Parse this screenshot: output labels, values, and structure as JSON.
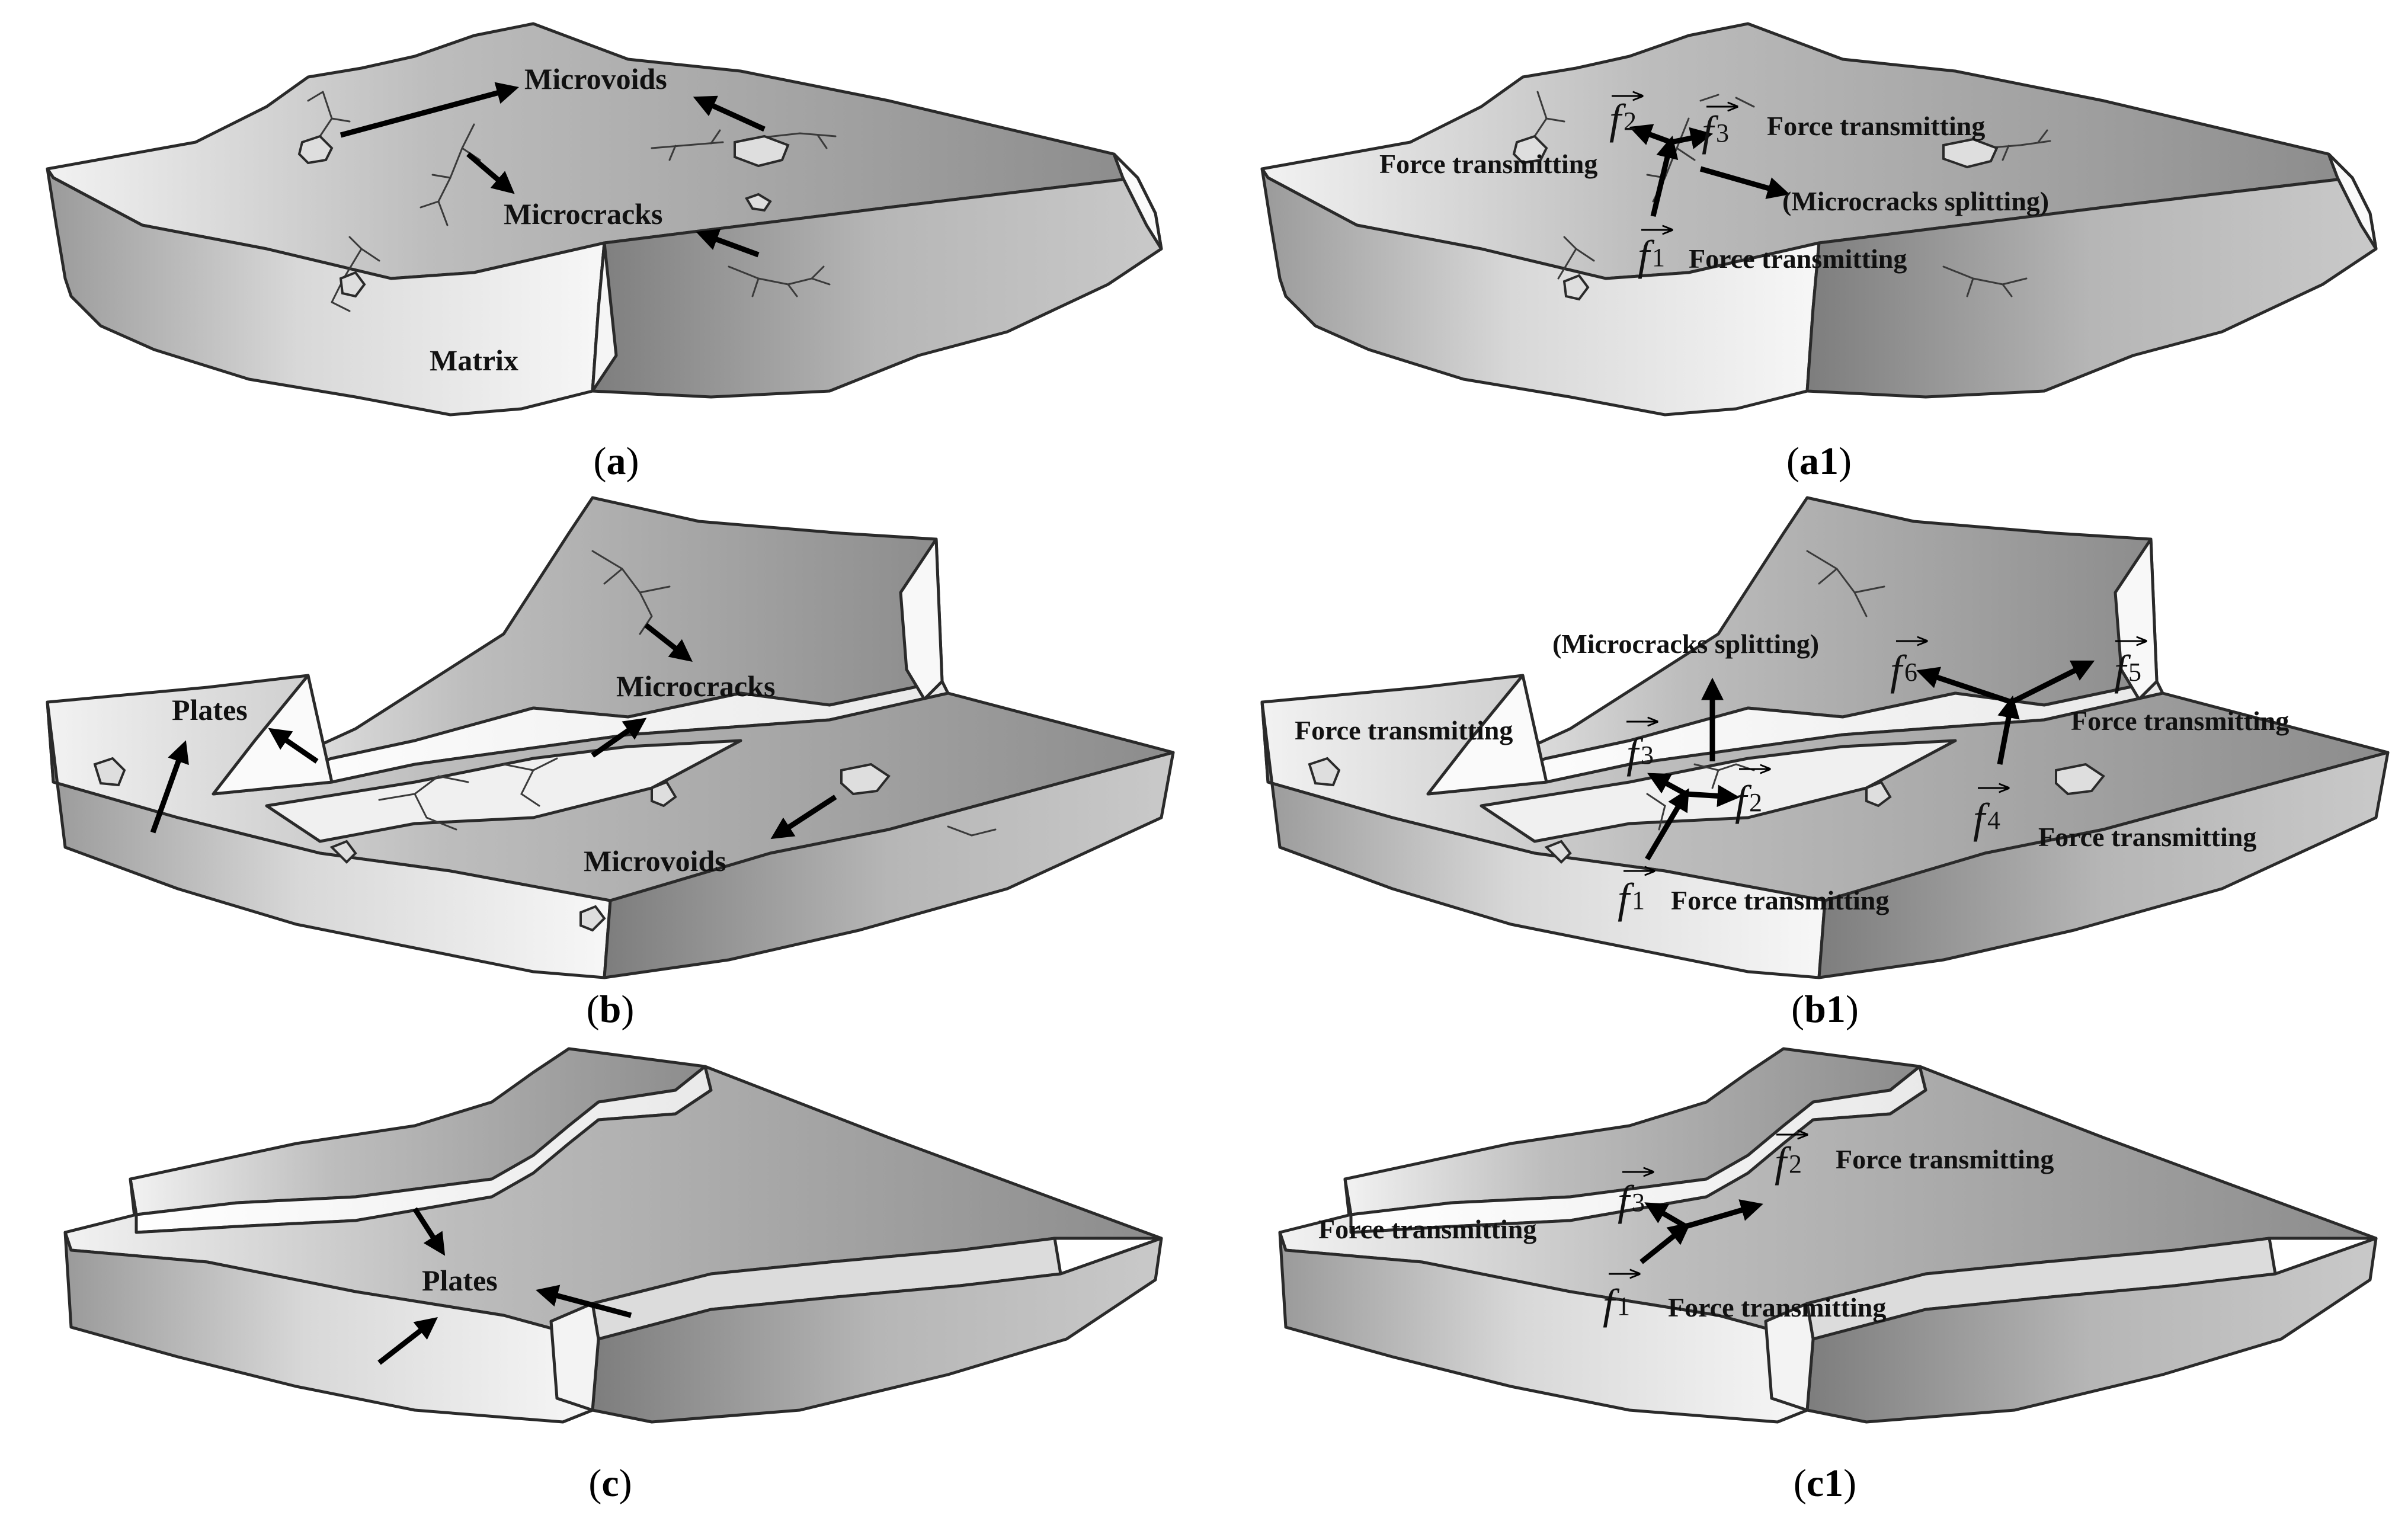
{
  "colors": {
    "top_gray": "#9c9c9c",
    "face_light": "#f4f4f4",
    "face_dark": "#8a8a8a",
    "arrow": "#000000"
  },
  "panels": {
    "a": {
      "caption_letter": "a",
      "labels": {
        "microvoids": "Microvoids",
        "microcracks": "Microcracks",
        "matrix": "Matrix"
      }
    },
    "a1": {
      "caption_letter": "a1",
      "labels": {
        "force_left": "Force transmitting",
        "force_right": "Force transmitting",
        "force_bottom": "Force transmitting",
        "splitting": "(Microcracks splitting)"
      },
      "vectors": {
        "f1": "1",
        "f2": "2",
        "f3": "3"
      }
    },
    "b": {
      "caption_letter": "b",
      "labels": {
        "plates": "Plates",
        "microcracks": "Microcracks",
        "microvoids": "Microvoids"
      }
    },
    "b1": {
      "caption_letter": "b1",
      "labels": {
        "splitting": "(Microcracks splitting)",
        "force_left": "Force transmitting",
        "force_right_top": "Force transmitting",
        "force_right_bottom": "Force transmitting",
        "force_bottom": "Force transmitting"
      },
      "vectors": {
        "f1": "1",
        "f2": "2",
        "f3": "3",
        "f4": "4",
        "f5": "5",
        "f6": "6"
      }
    },
    "c": {
      "caption_letter": "c",
      "labels": {
        "plates": "Plates"
      }
    },
    "c1": {
      "caption_letter": "c1",
      "labels": {
        "force_right": "Force transmitting",
        "force_left": "Force transmitting",
        "force_bottom": "Force transmitting"
      },
      "vectors": {
        "f1": "1",
        "f2": "2",
        "f3": "3"
      }
    }
  }
}
